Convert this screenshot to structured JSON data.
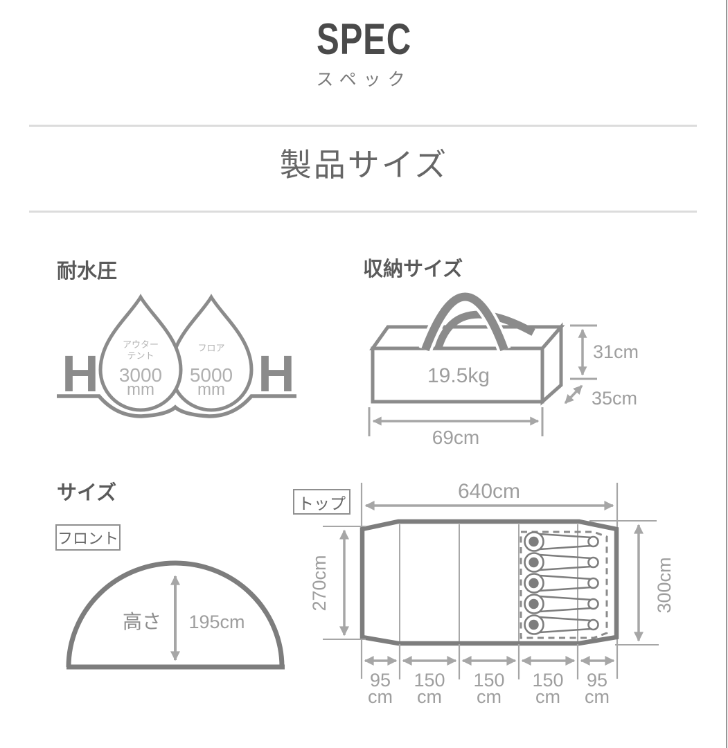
{
  "header": {
    "title": "SPEC",
    "subtitle": "スペック",
    "section_title": "製品サイズ"
  },
  "waterproof": {
    "heading": "耐水圧",
    "symbol_letter": "H",
    "drops": [
      {
        "label_line1": "アウター",
        "label_line2": "テント",
        "value": "3000",
        "unit": "mm"
      },
      {
        "label_line1": "フロア",
        "label_line2": "",
        "value": "5000",
        "unit": "mm"
      }
    ]
  },
  "storage": {
    "heading": "収納サイズ",
    "weight": "19.5kg",
    "dims": {
      "height": "31cm",
      "depth": "35cm",
      "width": "69cm"
    }
  },
  "size": {
    "heading": "サイズ",
    "front": {
      "view_label": "フロント",
      "height_label": "高さ",
      "height_value": "195cm"
    },
    "top": {
      "view_label": "トップ",
      "width_total": "640cm",
      "inner_depth": "270cm",
      "outer_depth": "300cm",
      "segments": [
        {
          "value": "95",
          "unit": "cm"
        },
        {
          "value": "150",
          "unit": "cm"
        },
        {
          "value": "150",
          "unit": "cm"
        },
        {
          "value": "150",
          "unit": "cm"
        },
        {
          "value": "95",
          "unit": "cm"
        }
      ],
      "sleepers_capacity": 5
    }
  },
  "colors": {
    "title_text": "#4a4a4a",
    "heading_text": "#5a5a5a",
    "divider": "#dcdcdc",
    "diagram_line_dark": "#7d7d7d",
    "diagram_line": "#8b8b8b",
    "dimension_line": "#a6a6a6",
    "dimension_text": "#9e9e9e",
    "drop_text": "#b3b3b3"
  }
}
